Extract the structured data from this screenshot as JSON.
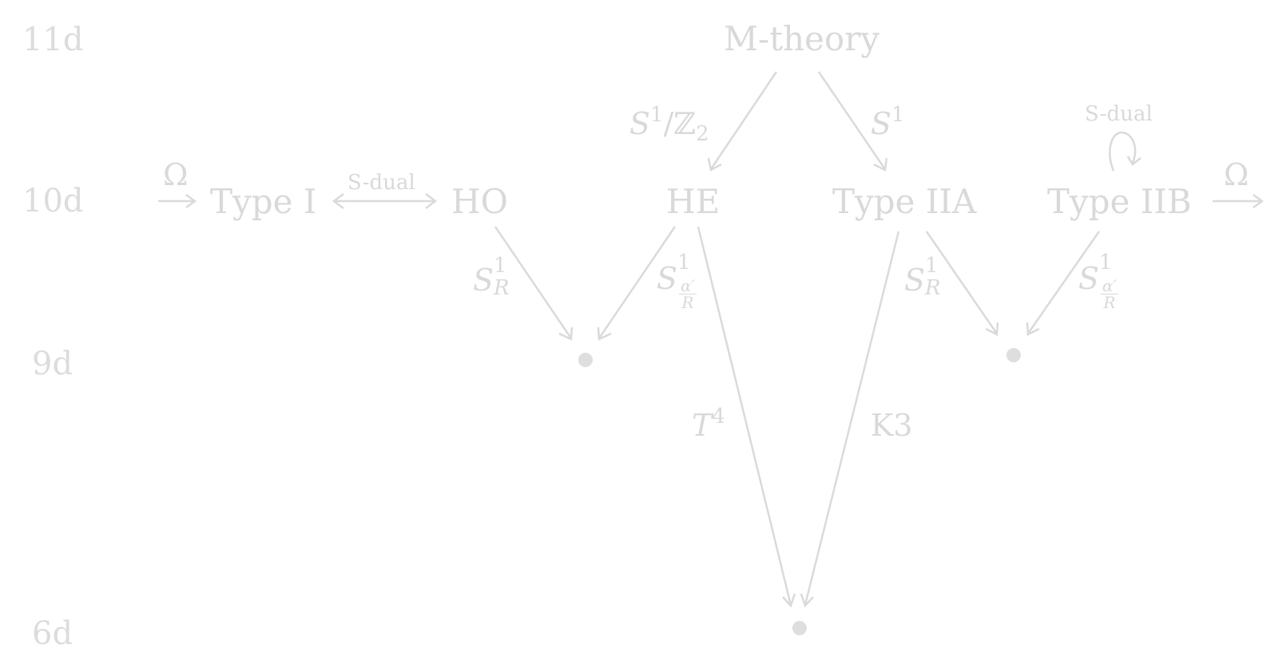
{
  "dimensions": {
    "d11": "11d",
    "d10": "10d",
    "d9": "9d",
    "d6": "6d"
  },
  "nodes": {
    "mtheory": "M-theory",
    "type_i": "Type I",
    "ho": "HO",
    "he": "HE",
    "type_iia": "Type IIA",
    "type_iib": "Type IIB"
  },
  "edge_labels": {
    "s_dual_i_ho": "S-dual",
    "s_dual_iib": "S-dual",
    "omega_left": "Ω",
    "omega_right": "Ω",
    "s1_z2_base": "S",
    "s1_z2_sup": "1",
    "s1_z2_rest": "/ℤ",
    "s1_z2_sub": "2",
    "s1_iia_base": "S",
    "s1_iia_sup": "1",
    "ho_sr_base": "S",
    "ho_sr_sup": "1",
    "ho_sr_sub": "R",
    "he_sa_base": "S",
    "he_sa_sup": "1",
    "he_sa_num": "α′",
    "he_sa_den": "R",
    "iia_sr_base": "S",
    "iia_sr_sup": "1",
    "iia_sr_sub": "R",
    "iib_sa_base": "S",
    "iib_sa_sup": "1",
    "iib_sa_num": "α′",
    "iib_sa_den": "R",
    "t4_base": "T",
    "t4_sup": "4",
    "k3": "K3"
  },
  "colors": {
    "ink": "#d9d9d9",
    "point": "#dedede",
    "background": "#ffffff"
  }
}
